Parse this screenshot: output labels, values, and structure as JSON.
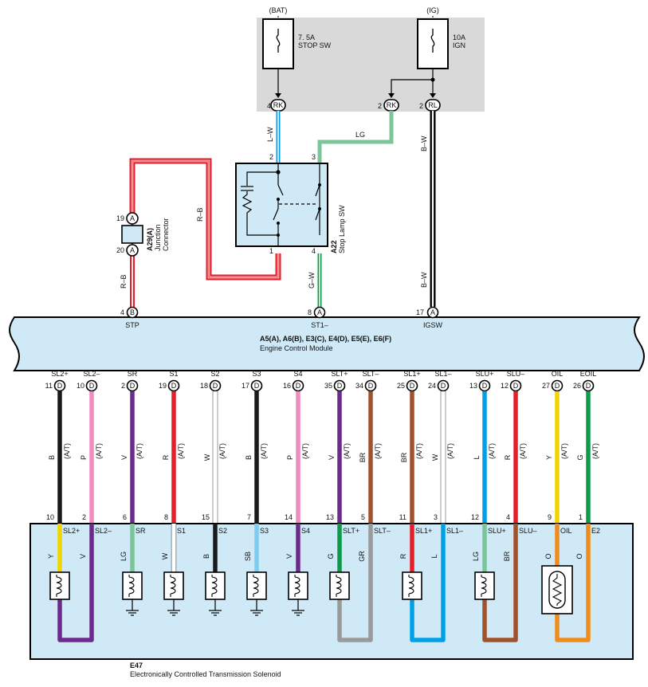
{
  "power": {
    "bat_label": "(BAT)",
    "ig_label": "(IG)",
    "fuse_stop": {
      "rating": "7. 5A",
      "name": "STOP SW"
    },
    "fuse_ign": {
      "rating": "10A",
      "name": "IGN"
    }
  },
  "connectors": {
    "rk_left": {
      "pin": "4",
      "code": "RK"
    },
    "rk_mid": {
      "pin": "2",
      "code": "RK"
    },
    "rl": {
      "pin": "2",
      "code": "RL"
    }
  },
  "wires": {
    "l_w": "L–W",
    "lg": "LG",
    "b_w_top": "B–W",
    "b_w_bottom": "B–W",
    "r_b_loop": "R–B",
    "r_b_lower": "R–B",
    "g_w": "G–W"
  },
  "switch": {
    "pin2": "2",
    "pin3": "3",
    "pin1": "1",
    "pin4": "4",
    "code": "A22",
    "name": "Stop Lamp SW"
  },
  "junction": {
    "pin_top": "19",
    "pin_top_letter": "A",
    "pin_bottom": "20",
    "pin_bottom_letter": "A",
    "code": "A29(A)",
    "name1": "Junction",
    "name2": "Connector"
  },
  "ecm": {
    "top_pins": [
      {
        "num": "4",
        "letter": "B",
        "label": "STP"
      },
      {
        "num": "8",
        "letter": "A",
        "label": "ST1–"
      },
      {
        "num": "17",
        "letter": "A",
        "label": "IGSW"
      }
    ],
    "codes": "A5(A), A6(B), E3(C), E4(D), E5(E), E6(F)",
    "name": "Engine Control Module",
    "bottom_pins": [
      {
        "label": "SL2+",
        "num": "11",
        "letter": "D"
      },
      {
        "label": "SL2–",
        "num": "10",
        "letter": "D"
      },
      {
        "label": "SR",
        "num": "2",
        "letter": "D"
      },
      {
        "label": "S1",
        "num": "19",
        "letter": "D"
      },
      {
        "label": "S2",
        "num": "18",
        "letter": "D"
      },
      {
        "label": "S3",
        "num": "17",
        "letter": "D"
      },
      {
        "label": "S4",
        "num": "16",
        "letter": "D"
      },
      {
        "label": "SLT+",
        "num": "35",
        "letter": "D"
      },
      {
        "label": "SLT–",
        "num": "34",
        "letter": "D"
      },
      {
        "label": "SL1+",
        "num": "25",
        "letter": "D"
      },
      {
        "label": "SL1–",
        "num": "24",
        "letter": "D"
      },
      {
        "label": "SLU+",
        "num": "13",
        "letter": "D"
      },
      {
        "label": "SLU–",
        "num": "12",
        "letter": "D"
      },
      {
        "label": "OIL",
        "num": "27",
        "letter": "D"
      },
      {
        "label": "EOIL",
        "num": "26",
        "letter": "D"
      }
    ]
  },
  "harness": [
    {
      "color": "B",
      "at": "(A/T)",
      "hex": "#1a1a1a",
      "pin": "10",
      "term": "SL2+",
      "inner": "Y",
      "ihex": "#f2d500"
    },
    {
      "color": "P",
      "at": "(A/T)",
      "hex": "#f08cc0",
      "pin": "2",
      "term": "SL2–",
      "inner": "V",
      "ihex": "#6b2a8c"
    },
    {
      "color": "V",
      "at": "(A/T)",
      "hex": "#6b2a8c",
      "pin": "6",
      "term": "SR",
      "inner": "LG",
      "ihex": "#7cc49a"
    },
    {
      "color": "R",
      "at": "(A/T)",
      "hex": "#e3202a",
      "pin": "8",
      "term": "S1",
      "inner": "W",
      "ihex": "#ffffff"
    },
    {
      "color": "W",
      "at": "(A/T)",
      "hex": "#ffffff",
      "pin": "15",
      "term": "S2",
      "inner": "B",
      "ihex": "#1a1a1a"
    },
    {
      "color": "B",
      "at": "(A/T)",
      "hex": "#1a1a1a",
      "pin": "7",
      "term": "S3",
      "inner": "SB",
      "ihex": "#7fcdee"
    },
    {
      "color": "P",
      "at": "(A/T)",
      "hex": "#f08cc0",
      "pin": "14",
      "term": "S4",
      "inner": "V",
      "ihex": "#6b2a8c"
    },
    {
      "color": "V",
      "at": "(A/T)",
      "hex": "#6b2a8c",
      "pin": "13",
      "term": "SLT+",
      "inner": "G",
      "ihex": "#0f9a4a"
    },
    {
      "color": "BR",
      "at": "(A/T)",
      "hex": "#a0522d",
      "pin": "5",
      "term": "SLT–",
      "inner": "GR",
      "ihex": "#9a9a9a"
    },
    {
      "color": "BR",
      "at": "(A/T)",
      "hex": "#a0522d",
      "pin": "11",
      "term": "SL1+",
      "inner": "R",
      "ihex": "#e3202a"
    },
    {
      "color": "W",
      "at": "(A/T)",
      "hex": "#ffffff",
      "pin": "3",
      "term": "SL1–",
      "inner": "L",
      "ihex": "#00a0e6"
    },
    {
      "color": "L",
      "at": "(A/T)",
      "hex": "#00a0e6",
      "pin": "12",
      "term": "SLU+",
      "inner": "LG",
      "ihex": "#7cc49a"
    },
    {
      "color": "R",
      "at": "(A/T)",
      "hex": "#e3202a",
      "pin": "4",
      "term": "SLU–",
      "inner": "BR",
      "ihex": "#a0522d"
    },
    {
      "color": "Y",
      "at": "(A/T)",
      "hex": "#f2d500",
      "pin": "9",
      "term": "OIL",
      "inner": "O",
      "ihex": "#f08c1e"
    },
    {
      "color": "G",
      "at": "(A/T)",
      "hex": "#0f9a4a",
      "pin": "1",
      "term": "E2",
      "inner": "O",
      "ihex": "#f08c1e"
    }
  ],
  "solenoid": {
    "code": "E47",
    "name": "Electronically Controlled Transmission Solenoid"
  }
}
